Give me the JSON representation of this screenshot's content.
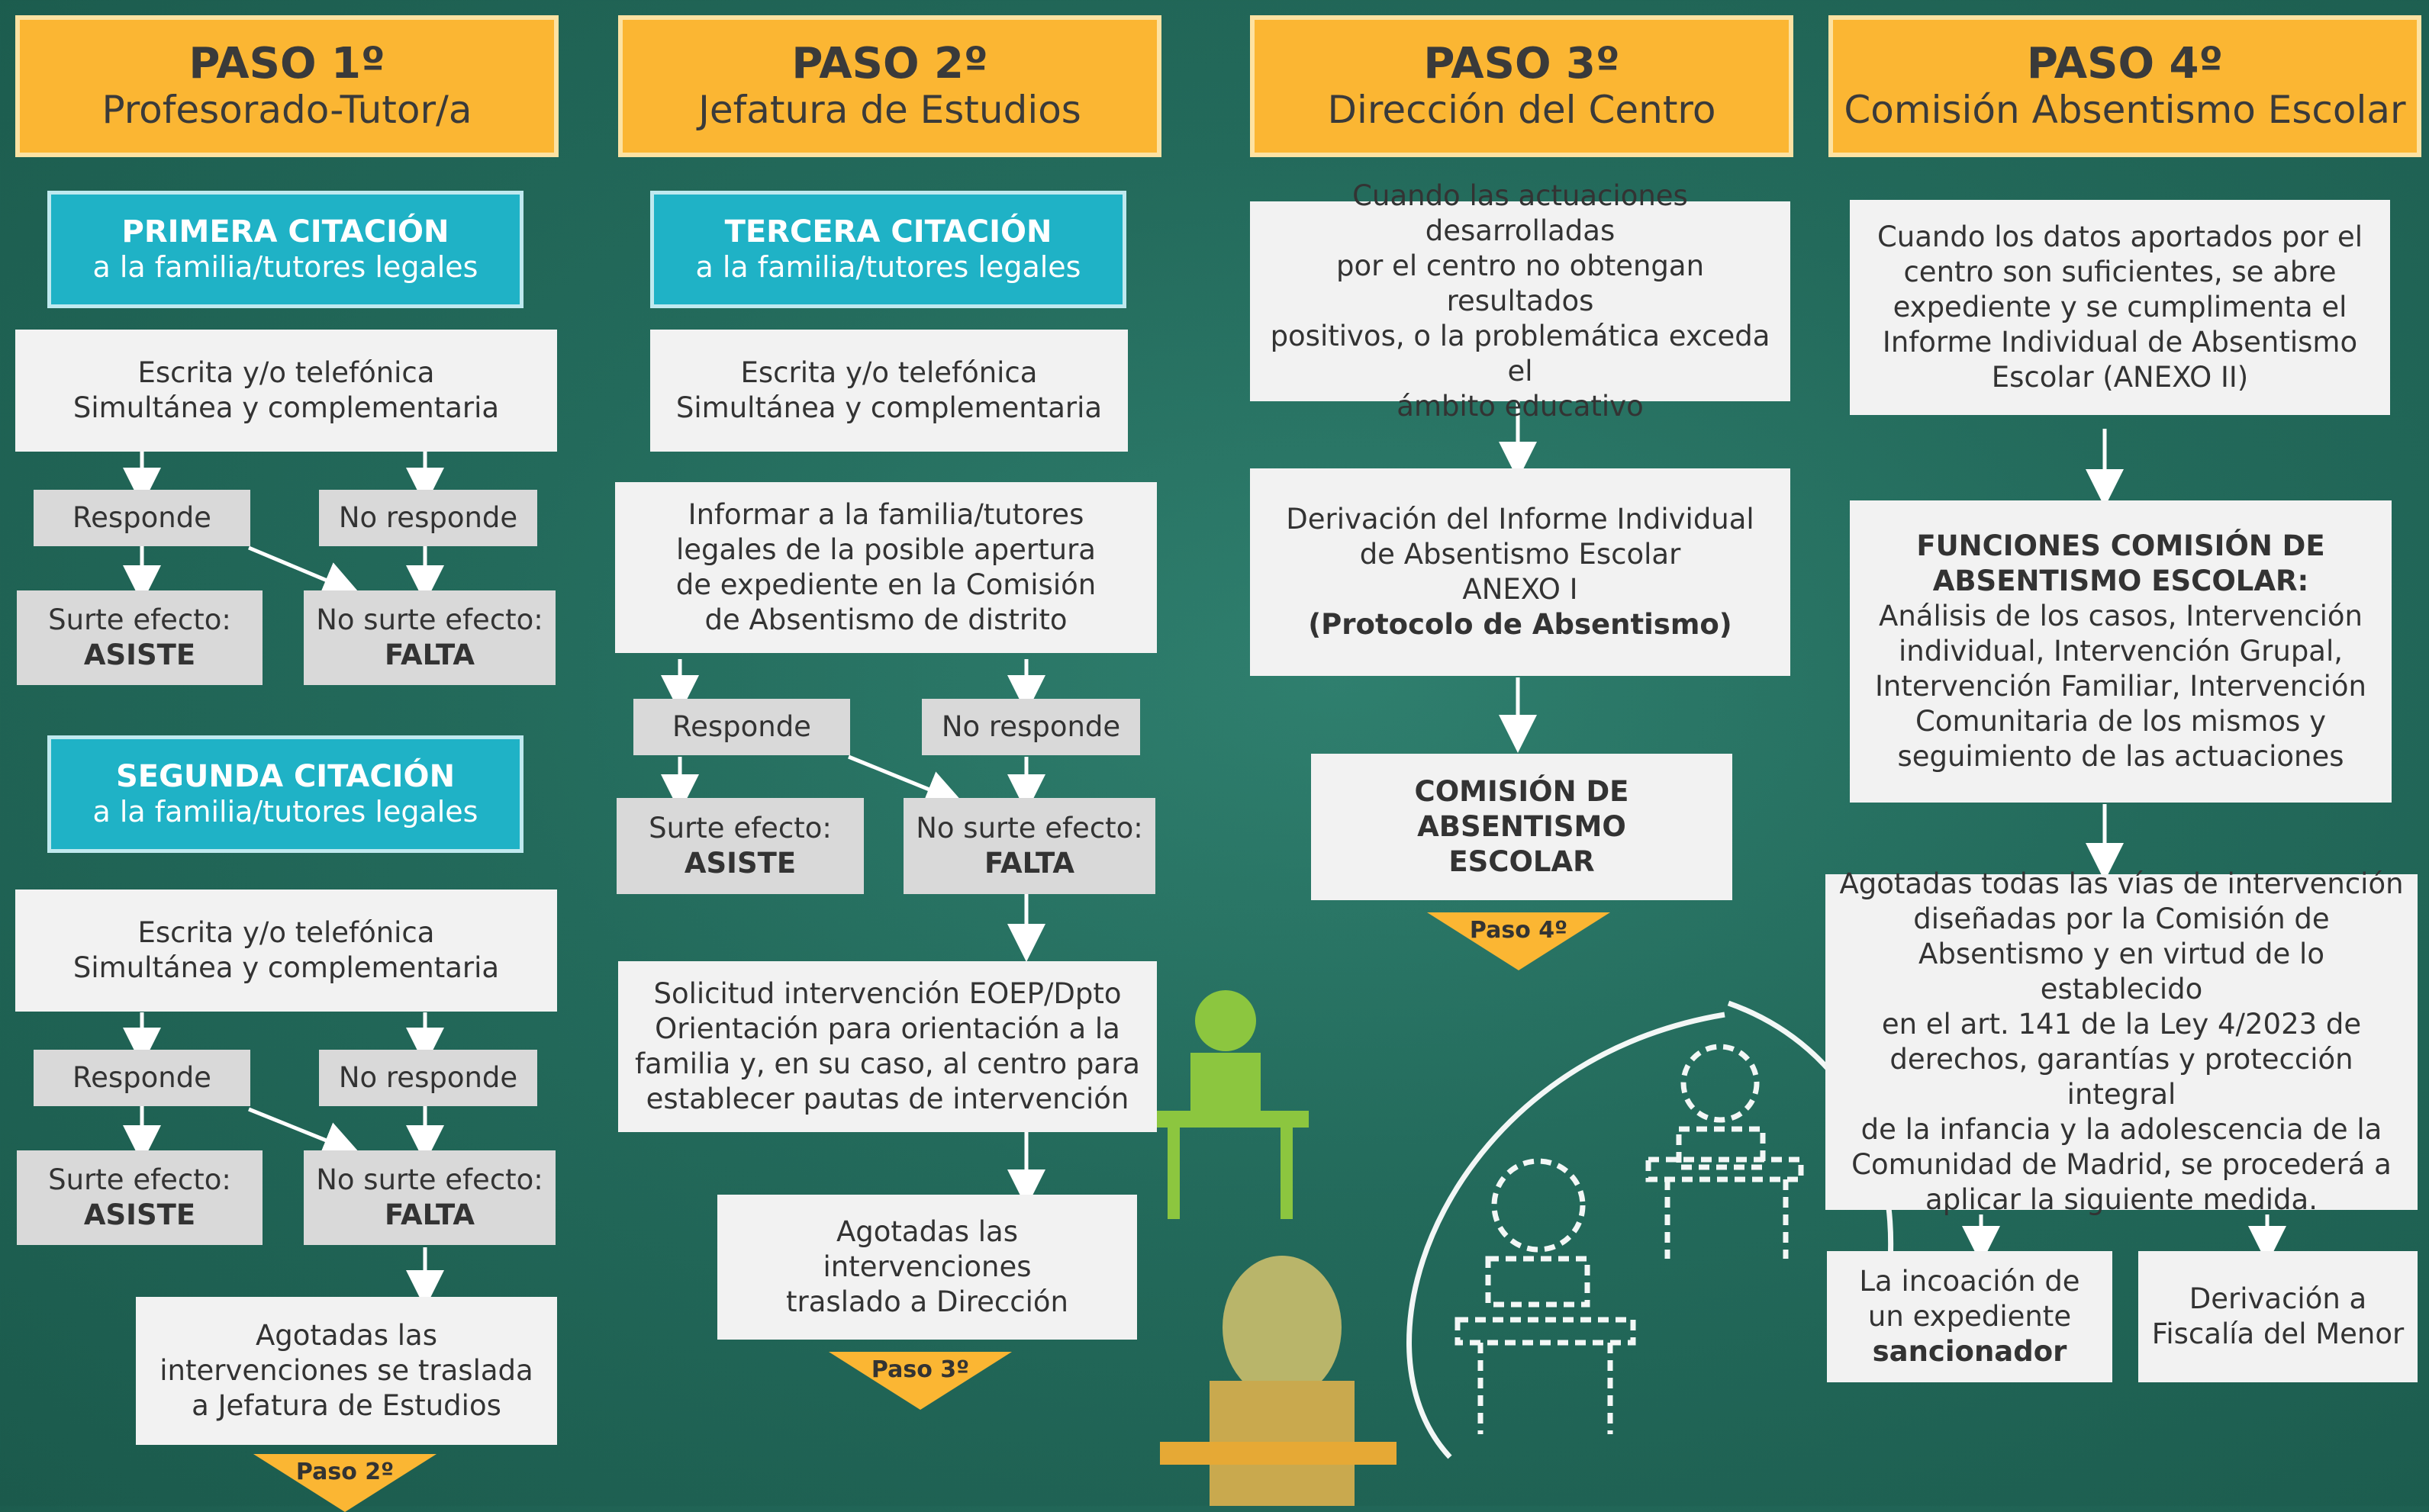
{
  "steps": [
    {
      "title": "PASO 1º",
      "subtitle": "Profesorado-Tutor/a"
    },
    {
      "title": "PASO 2º",
      "subtitle": "Jefatura de Estudios"
    },
    {
      "title": "PASO 3º",
      "subtitle": "Dirección del Centro"
    },
    {
      "title": "PASO 4º",
      "subtitle": "Comisión Absentismo Escolar"
    }
  ],
  "col1": {
    "cit1": {
      "title": "PRIMERA CITACIÓN",
      "sub": "a la familia/tutores legales"
    },
    "cit2": {
      "title": "SEGUNDA CITACIÓN",
      "sub": "a la familia/tutores legales"
    },
    "contact1": [
      "Escrita y/o telefónica",
      "Simultánea y complementaria"
    ],
    "contact2": [
      "Escrita y/o telefónica",
      "Simultánea y complementaria"
    ],
    "responde": "Responde",
    "no_responde": "No responde",
    "surte": "Surte efecto:",
    "asiste": "ASISTE",
    "no_surte": "No surte efecto:",
    "falta": "FALTA",
    "agotadas": [
      "Agotadas las",
      "intervenciones se traslada",
      "a Jefatura de Estudios"
    ],
    "badge": "Paso 2º"
  },
  "col2": {
    "cit": {
      "title": "TERCERA CITACIÓN",
      "sub": "a la familia/tutores legales"
    },
    "contact": [
      "Escrita y/o telefónica",
      "Simultánea y complementaria"
    ],
    "informar": [
      "Informar a la familia/tutores",
      "legales de la posible apertura",
      "de expediente en la Comisión",
      "de Absentismo de distrito"
    ],
    "responde": "Responde",
    "no_responde": "No responde",
    "surte": "Surte efecto:",
    "asiste": "ASISTE",
    "no_surte": "No surte efecto:",
    "falta": "FALTA",
    "solicitud": [
      "Solicitud intervención EOEP/Dpto",
      "Orientación para orientación a la",
      "familia y, en su caso, al centro para",
      "establecer pautas de intervención"
    ],
    "agotadas": [
      "Agotadas las",
      "intervenciones",
      "traslado a Dirección"
    ],
    "badge": "Paso 3º"
  },
  "col3": {
    "cuando": [
      "Cuando las actuaciones desarrolladas",
      "por el centro no obtengan resultados",
      "positivos, o la problemática exceda el",
      "ámbito educativo"
    ],
    "derivacion": [
      "Derivación del Informe Individual",
      "de Absentismo Escolar",
      "ANEXO I"
    ],
    "derivacion_bold": "(Protocolo de Absentismo)",
    "comision": [
      "COMISIÓN DE",
      "ABSENTISMO",
      "ESCOLAR"
    ],
    "badge": "Paso 4º"
  },
  "col4": {
    "cuando": [
      "Cuando los datos aportados por el",
      "centro son suficientes, se abre",
      "expediente y se cumplimenta el",
      "Informe Individual de Absentismo",
      "Escolar (ANEXO II)"
    ],
    "funciones_title": [
      "FUNCIONES COMISIÓN DE",
      "ABSENTISMO ESCOLAR:"
    ],
    "funciones": [
      "Análisis de los casos, Intervención",
      "individual, Intervención Grupal,",
      "Intervención Familiar, Intervención",
      "Comunitaria de los mismos y",
      "seguimiento de las actuaciones"
    ],
    "agotadas": [
      "Agotadas todas las vías de intervención",
      "diseñadas por la Comisión de",
      "Absentismo y en virtud de lo establecido",
      "en el art. 141 de la Ley 4/2023 de",
      "derechos, garantías y protección integral",
      "de la infancia y la adolescencia de la",
      "Comunidad de Madrid, se procederá a",
      "aplicar la siguiente medida."
    ],
    "incoacion": [
      "La incoación de",
      "un expediente"
    ],
    "incoacion_bold": "sancionador",
    "fiscalia": [
      "Derivación a",
      "Fiscalía del Menor"
    ]
  },
  "colors": {
    "header": "#fbb633",
    "citation": "#1fb2c6",
    "board": "#236a5b",
    "box": "#f2f2f2",
    "gray": "#d9d9d9"
  }
}
